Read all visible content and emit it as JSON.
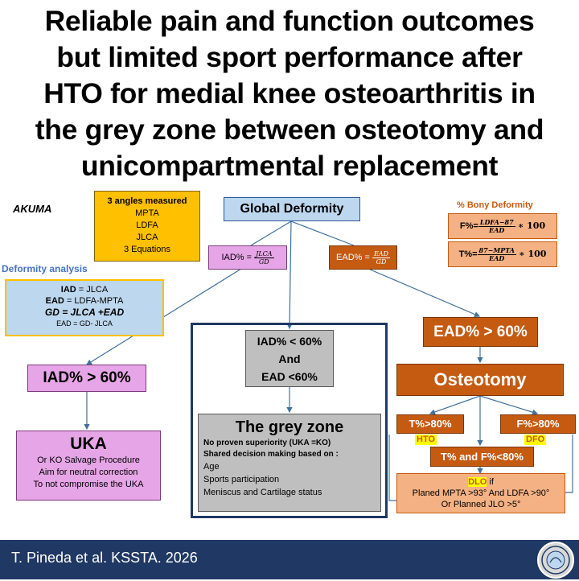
{
  "title_lines": [
    "Reliable pain and function outcomes",
    "but limited sport performance after",
    "HTO for medial knee osteoarthritis in",
    "the grey zone between osteotomy and",
    "unicompartmental replacement"
  ],
  "akuma_label": "AKUMA",
  "angles_box": {
    "lines": [
      "3 angles measured",
      "MPTA",
      "LDFA",
      "JLCA",
      "3 Equations"
    ]
  },
  "global_deformity": "Global Deformity",
  "bony_deformity": {
    "label": "% Bony Deformity",
    "f_prefix": "F%=",
    "f_num": "LDFA−87",
    "f_den": "EAD",
    "f_suffix": "∗ 100",
    "t_prefix": "T%=",
    "t_num": "87−MPTA",
    "t_den": "EAD",
    "t_suffix": "∗ 100"
  },
  "iad_formula": {
    "prefix": "IAD% = ",
    "num": "JLCA",
    "den": "GD"
  },
  "ead_formula": {
    "prefix": "EAD% = ",
    "num": "EAD",
    "den": "GD"
  },
  "deformity_analysis": {
    "label": "Deformity analysis",
    "iad_key": "IAD",
    "iad_val": " = JLCA",
    "ead_key": "EAD",
    "ead_val": " = LDFA-MPTA",
    "gd_line": "GD = JLCA  +EAD",
    "ead_eq": "EAD = GD- JLCA"
  },
  "iad_gt": "IAD% > 60%",
  "uka": {
    "title": "UKA",
    "lines": [
      "Or KO Salvage Procedure",
      "Aim for neutral correction",
      "To not compromise the UKA"
    ]
  },
  "grey_criteria": {
    "lines": [
      "IAD% < 60%",
      "And",
      "EAD <60%"
    ]
  },
  "grey_zone": {
    "title": "The grey zone",
    "bold_lines": [
      "No proven superiority (UKA =KO)",
      "Shared decision making based on :"
    ],
    "lines": [
      "Age",
      "Sports participation",
      "Meniscus  and Cartilage status"
    ]
  },
  "ead_gt": "EAD% > 60%",
  "osteotomy": "Osteotomy",
  "t_gt": "T%>80%",
  "f_gt": "F%>80%",
  "hto": "HTO",
  "dfo": "DFO",
  "tf_lt": "T% and F%<80%",
  "dlo": {
    "title": "DLO",
    "if_text": " if",
    "lines": [
      "Planed MPTA >93° And LDFA >90°",
      "Or Planned JLO >5°"
    ]
  },
  "footer_text": "T. Pineda et al. KSSTA. 2026",
  "colors": {
    "footer": "#1f3864",
    "orange_dark": "#c55a11",
    "orange_light": "#f4b183",
    "pink": "#e6a5e6",
    "blue": "#bdd7ee",
    "gold": "#ffc000",
    "gray": "#bfbfbf",
    "highlight": "#ffff00"
  }
}
